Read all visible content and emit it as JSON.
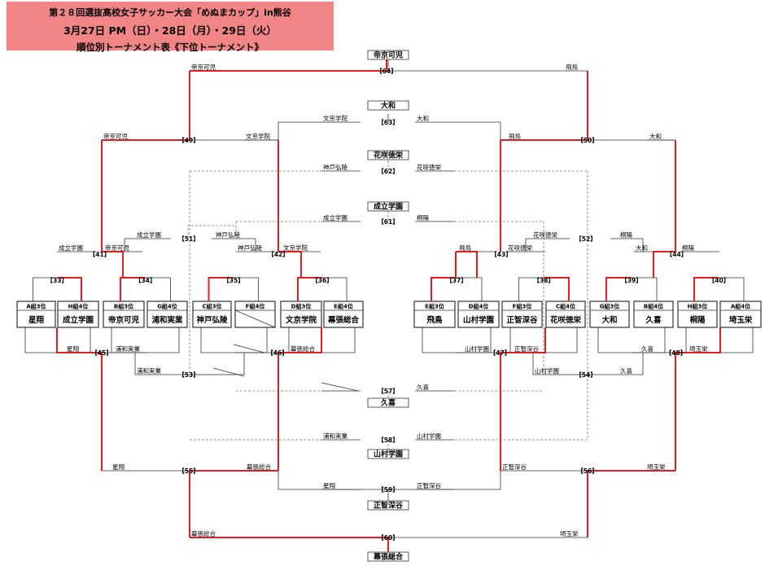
{
  "header": {
    "line1": "第２８回選抜高校女子サッカー大会「めぬまカップ」in熊谷",
    "line2": "3月27日 PM（日）・28日（月）・29日（火）",
    "line3": "順位別トーナメント表《下位トーナメント》"
  },
  "teams": [
    {
      "rank": "A組3位",
      "name": "星翔"
    },
    {
      "rank": "H組4位",
      "name": "成立学園"
    },
    {
      "rank": "B組3位",
      "name": "帝京可児"
    },
    {
      "rank": "G組4位",
      "name": "浦和実業"
    },
    {
      "rank": "C組3位",
      "name": "神戸弘陵"
    },
    {
      "rank": "F組4位",
      "name": ""
    },
    {
      "rank": "D組3位",
      "name": "文京学院"
    },
    {
      "rank": "E組4位",
      "name": "幕張総合"
    },
    {
      "rank": "E組3位",
      "name": "飛鳥"
    },
    {
      "rank": "D組4位",
      "name": "山村学園"
    },
    {
      "rank": "F組3位",
      "name": "正智深谷"
    },
    {
      "rank": "C組4位",
      "name": "花咲徳栄"
    },
    {
      "rank": "G組3位",
      "name": "大和"
    },
    {
      "rank": "B組4位",
      "name": "久喜"
    },
    {
      "rank": "H組3位",
      "name": "桐陽"
    },
    {
      "rank": "A組4位",
      "name": "埼玉栄"
    }
  ],
  "matches": [
    {
      "no": "【33】",
      "top": [
        "",
        ""
      ],
      "bottom": [
        "星翔",
        ""
      ]
    },
    {
      "no": "【34】",
      "top": [
        "",
        ""
      ],
      "bottom": [
        "",
        "浦和実業"
      ]
    },
    {
      "no": "【35】",
      "top": [
        "",
        ""
      ],
      "bottom": [
        "",
        ""
      ]
    },
    {
      "no": "【36】",
      "top": [
        "",
        ""
      ],
      "bottom": [
        "",
        "幕張総合"
      ]
    },
    {
      "no": "【37】",
      "top": [
        "",
        ""
      ],
      "bottom": [
        "",
        "山村学園"
      ]
    },
    {
      "no": "【38】",
      "top": [
        "",
        ""
      ],
      "bottom": [
        "正智深谷",
        ""
      ]
    },
    {
      "no": "【39】",
      "top": [
        "",
        ""
      ],
      "bottom": [
        "",
        "久喜"
      ]
    },
    {
      "no": "【40】",
      "top": [
        "",
        ""
      ],
      "bottom": [
        "",
        "埼玉栄"
      ]
    },
    {
      "no": "【41】",
      "top": [
        "成立学園",
        "帝京可児"
      ]
    },
    {
      "no": "【42】",
      "top": [
        "神戸弘陵",
        "文京学院"
      ]
    },
    {
      "no": "【43】",
      "top": [
        "飛鳥",
        "花咲徳栄"
      ]
    },
    {
      "no": "【44】",
      "top": [
        "大和",
        "桐陽"
      ]
    },
    {
      "no": "【45】",
      "bottom": [
        "星翔",
        "浦和実業"
      ]
    },
    {
      "no": "【46】",
      "bottom": [
        "",
        "幕張総合"
      ]
    },
    {
      "no": "【47】",
      "bottom": [
        "山村学園",
        "正智深谷"
      ]
    },
    {
      "no": "【48】",
      "bottom": [
        "久喜",
        "埼玉栄"
      ]
    },
    {
      "no": "【49】",
      "pair": [
        "帝京可児",
        "文京学院"
      ]
    },
    {
      "no": "【50】",
      "pair": [
        "飛鳥",
        "大和"
      ]
    },
    {
      "no": "【51】",
      "pair": [
        "成立学園",
        "神戸弘陵"
      ]
    },
    {
      "no": "【52】",
      "pair": [
        "花咲徳栄",
        "桐陽"
      ]
    },
    {
      "no": "【53】",
      "pair": [
        "浦和実業",
        ""
      ]
    },
    {
      "no": "【54】",
      "pair": [
        "山村学園",
        "久喜"
      ]
    },
    {
      "no": "【55】",
      "pair": [
        "星翔",
        "幕張総合"
      ]
    },
    {
      "no": "【56】",
      "pair": [
        "正智深谷",
        "埼玉栄"
      ]
    },
    {
      "no": "【57】",
      "pair": [
        "",
        "久喜"
      ],
      "winner": "久喜"
    },
    {
      "no": "【58】",
      "pair": [
        "浦和実業",
        "山村学園"
      ],
      "winner": "山村学園"
    },
    {
      "no": "【59】",
      "pair": [
        "星翔",
        "正智深谷"
      ],
      "winner": "正智深谷"
    },
    {
      "no": "【60】",
      "pair": [
        "幕張総合",
        "埼玉栄"
      ],
      "winner": "幕張総合"
    },
    {
      "no": "【61】",
      "pair": [
        "成立学園",
        "桐陽"
      ],
      "winner": "成立学園"
    },
    {
      "no": "【62】",
      "pair": [
        "神戸弘陵",
        "花咲徳栄"
      ],
      "winner": "花咲徳栄"
    },
    {
      "no": "【63】",
      "pair": [
        "文京学院",
        "大和"
      ],
      "winner": "大和"
    },
    {
      "no": "【64】",
      "pair": [
        "帝京可児",
        "飛鳥"
      ],
      "winner": "帝京可児"
    }
  ]
}
